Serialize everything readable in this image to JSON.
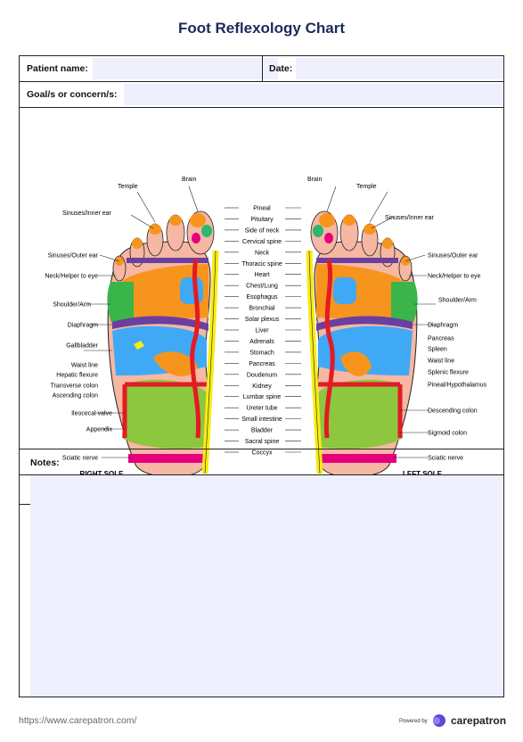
{
  "title": "Foot Reflexology Chart",
  "form": {
    "patient_name_label": "Patient name:",
    "date_label": "Date:",
    "goals_label": "Goal/s or concern/s:",
    "notes_label": "Notes:"
  },
  "chart": {
    "right_sole_caption": "RIGHT SOLE",
    "left_sole_caption": "LEFT SOLE",
    "top": {
      "brain": "Brain",
      "temple": "Temple",
      "sinuses_inner_ear": "Sinuses/Inner ear"
    },
    "center_labels": [
      "Pineal",
      "Pituitary",
      "Side of neck",
      "Cervical spine",
      "Neck",
      "Thoracic spine",
      "Heart",
      "Chest/Lung",
      "Esophagus",
      "Bronchial",
      "Solar plexus",
      "Liver",
      "Adrenals",
      "Stomach",
      "Pancreas",
      "Doudenum",
      "Kidney",
      "Lumbar spine",
      "Ureter tube",
      "Small intestine",
      "Bladder",
      "Sacral spine",
      "Coccyx"
    ],
    "right_side_labels": [
      "Sinuses/Outer ear",
      "Neck/Helper to eye",
      "Shoulder/Arm",
      "Diaphragm",
      "Gallbladder",
      "Waist line",
      "Hepatic flexure",
      "Transverse colon",
      "Ascending colon",
      "Ileocecal valve",
      "Appendix",
      "Sciatic nerve"
    ],
    "left_side_labels": [
      "Sinuses/Outer ear",
      "Neck/Helper to eye",
      "Shoulder/Arm",
      "Diaphragm",
      "Pancreas",
      "Spleen",
      "Waist line",
      "Splenic flexure",
      "Pineal/Hypothalamus",
      "Descending colon",
      "Sigmoid colon",
      "Sciatic nerve"
    ]
  },
  "footer": {
    "url": "https://www.carepatron.com/",
    "powered_by": "Powered by",
    "brand": "carepatron"
  },
  "colors": {
    "title": "#1c2a5c",
    "field_fill": "#eef0fd",
    "skin": "#f6b7a3",
    "orange": "#f7941d",
    "blue": "#3fa9f5",
    "green": "#39b54a",
    "lime": "#8dc63f",
    "yellow": "#f7ec13",
    "red": "#e21b24",
    "purple": "#6a3fa0",
    "magenta": "#e6007e",
    "teal": "#2bb673"
  }
}
